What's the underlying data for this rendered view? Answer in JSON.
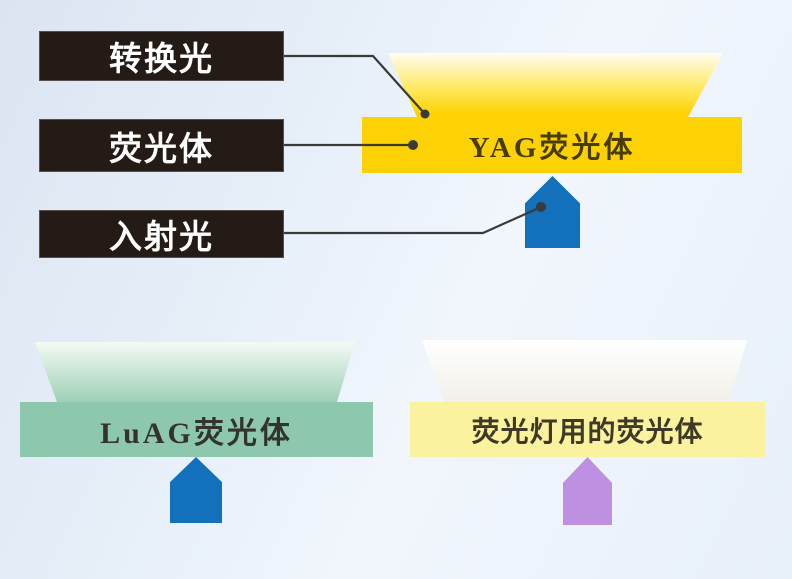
{
  "callouts": [
    {
      "label": "转换光",
      "target": "converted-light-beam"
    },
    {
      "label": "荧光体",
      "target": "phosphor-plate"
    },
    {
      "label": "入射光",
      "target": "incident-light-arrow"
    }
  ],
  "phosphors": [
    {
      "name": "YAG荧光体",
      "incident_arrow_color": "#1371bc",
      "beam_color": "#ffd503"
    },
    {
      "name": "LuAG荧光体",
      "incident_arrow_color": "#1371bc",
      "beam_color": "#9ed0b6"
    },
    {
      "name": "荧光灯用的荧光体",
      "incident_arrow_color": "#bd90e2",
      "beam_color": "#f2f0e9"
    }
  ],
  "colors": {
    "bg-dark": "#dbe5f2",
    "bg-mid": "#e8f0f9",
    "bg-light": "#f1f6fc",
    "label-bg": "#241a16",
    "label-text": "#ffffff",
    "line": "#3a3a3a",
    "gold": "#fcd205",
    "gold-beam-top": "#fffdf2",
    "gold-beam-mid": "#ffe961",
    "green": "#8dc8ae",
    "green-beam-top": "#f4faf5",
    "green-beam-bottom": "#9ed0b6",
    "pale-yellow": "#fbf2a0",
    "white-beam-top": "#ffffff",
    "white-beam-bottom": "#f2f0e9",
    "blue": "#1371bc",
    "purple": "#bd90e2",
    "yag-text": "#493c00",
    "luag-text": "#333330",
    "lamp-text": "#3e3a26"
  }
}
